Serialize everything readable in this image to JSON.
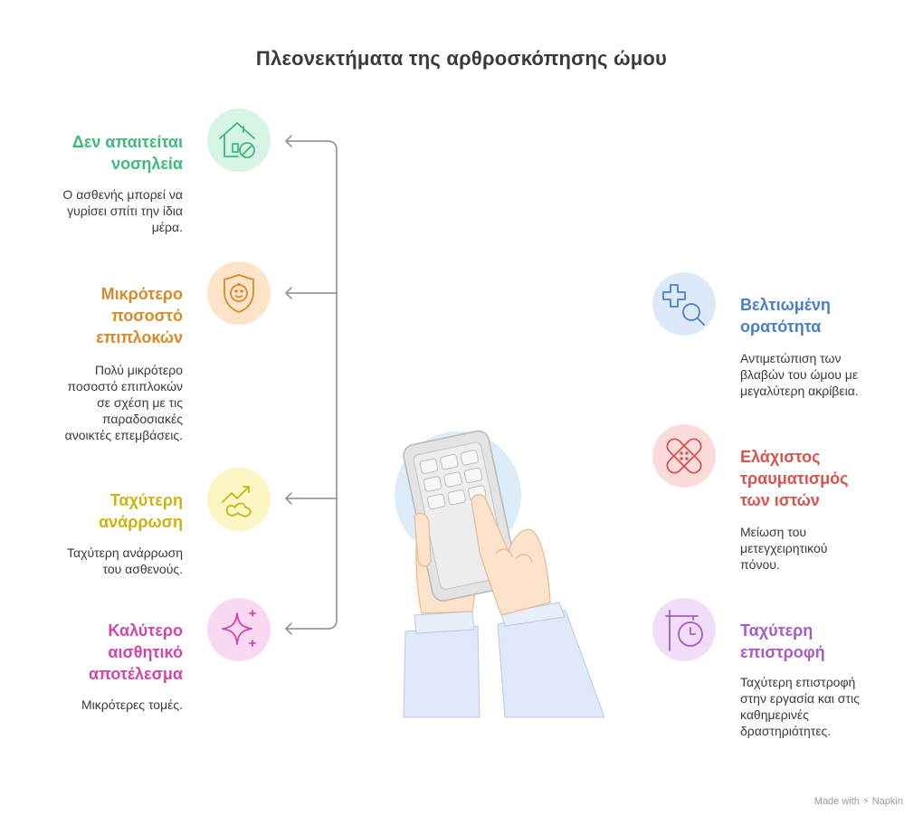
{
  "title": "Πλεονεκτήματα της αρθροσκόπησης ώμου",
  "left_items": [
    {
      "heading": "Δεν απαιτείται\nνοσηλεία",
      "description": "Ο ασθενής μπορεί να\nγυρίσει σπίτι την ίδια\nμέρα.",
      "color": "#3fb97c",
      "circle_color": "#d6f5e4",
      "icon": "home-no-entry-icon"
    },
    {
      "heading": "Μικρότερο\nποσοστό\nεπιπλοκών",
      "description": "Πολύ μικρότερο\nποσοστό επιπλοκών\nσε σχέση με τις\nπαραδοσιακές\nανοικτές επεμβάσεις.",
      "color": "#d98a2b",
      "circle_color": "#fde3c8",
      "icon": "shield-face-icon"
    },
    {
      "heading": "Ταχύτερη\nανάρρωση",
      "description": "Ταχύτερη ανάρρωση\nτου ασθενούς.",
      "color": "#c9b411",
      "circle_color": "#fbf6c2",
      "icon": "growth-chart-icon"
    },
    {
      "heading": "Καλύτερο\nαισθητικό\nαποτέλεσμα",
      "description": "Μικρότερες τομές.",
      "color": "#d147a8",
      "circle_color": "#f9d8f1",
      "icon": "sparkle-icon"
    }
  ],
  "right_items": [
    {
      "heading": "Βελτιωμένη\nορατότητα",
      "description": "Αντιμετώπιση των\nβλαβών του ώμου με\nμεγαλύτερη ακρίβεια.",
      "color": "#4a7fc9",
      "circle_color": "#dde8f9",
      "icon": "medical-search-icon"
    },
    {
      "heading": "Ελάχιστος\nτραυματισμός\nτων ιστών",
      "description": "Μείωση του\nμετεγχειρητικού\nπόνου.",
      "color": "#d9534f",
      "circle_color": "#fbdcdb",
      "icon": "bandage-icon"
    },
    {
      "heading": "Ταχύτερη\nεπιστροφή",
      "description": "Ταχύτερη επιστροφή\nστην εργασία και στις\nκαθημερινές\nδραστηριότητες.",
      "color": "#a65bc9",
      "circle_color": "#f1ddf8",
      "icon": "clock-sign-icon"
    }
  ],
  "footer": "Made with ⚡ Napkin",
  "connector_color": "#8a8a8a"
}
